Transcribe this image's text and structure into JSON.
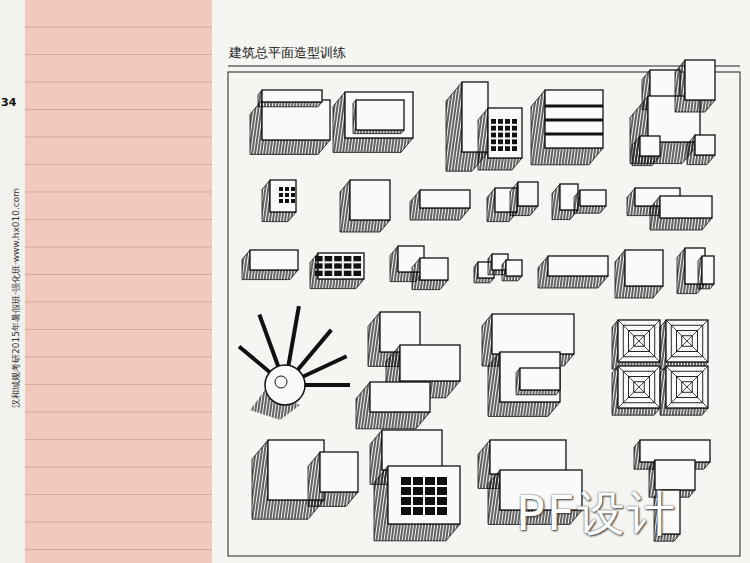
{
  "diagram": {
    "title": "建筑总平面造型训练",
    "labels": [
      "34",
      "汉和城规考研2015年暑假班·强化班·www.hx010.com",
      "PF设计"
    ]
  }
}
